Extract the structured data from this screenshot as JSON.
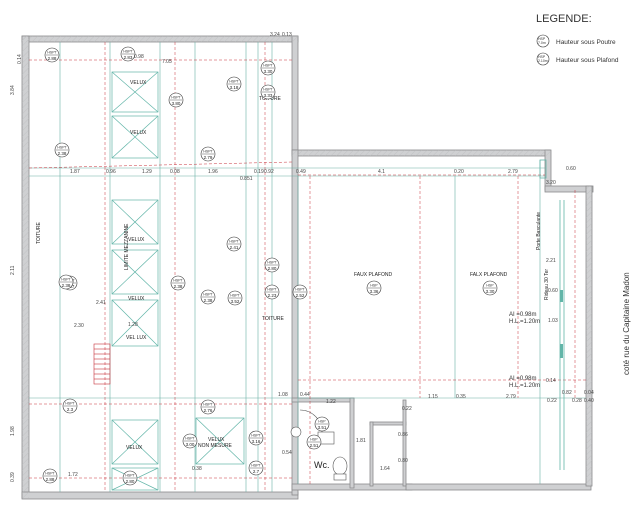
{
  "legend": {
    "title": "LEGENDE:",
    "items": [
      {
        "code": "HSP",
        "value": "7.0m",
        "label": "Hauteur sous Poutre"
      },
      {
        "code": "HSP",
        "value": "2.10m",
        "label": "Hauteur sous Plafond"
      }
    ]
  },
  "street_label": "coté rue du Capitaine Madon",
  "labels": {
    "velux": "VELUX",
    "velux_non_mesure": "VELUX\nNON MESURE",
    "vel_lux": "VEL LUX",
    "lmite_mezzanine": "LIMITE MEZZANINE",
    "toiture": "TOITURE",
    "toiture2": "TOITURE",
    "faux_plafond": "FAUX PLAFOND",
    "falx_plafond": "FALX PLAFOND",
    "wc": "Wc.",
    "porte_basculante": "Porte Basculante",
    "rideau": "Rideau 30 Ter"
  },
  "ai1": {
    "a": "AI =0.98m",
    "b": "H.L.=1.20m"
  },
  "ai2": {
    "a": "AI =0.98m",
    "b": "H.L.=1.20m"
  },
  "markers": [
    {
      "code": "HSPT",
      "value": "2.88"
    },
    {
      "code": "HSPT",
      "value": "2.83"
    },
    {
      "code": "HSPT",
      "value": "3.18"
    },
    {
      "code": "HSPT",
      "value": "3.80"
    },
    {
      "code": "HSPT",
      "value": "3.30"
    },
    {
      "code": "HSPT",
      "value": "3.33"
    },
    {
      "code": "HSPT",
      "value": "2.79"
    },
    {
      "code": "HSPT",
      "value": "2.38"
    },
    {
      "code": "HSPT",
      "value": "1.87"
    },
    {
      "code": "HSPT",
      "value": "2.38"
    },
    {
      "code": "HSPT",
      "value": "2.38"
    },
    {
      "code": "HSPT",
      "value": "2.80"
    },
    {
      "code": "HSPT",
      "value": "2.23"
    },
    {
      "code": "HSPT",
      "value": "2.38"
    },
    {
      "code": "HSPT",
      "value": "3.52"
    },
    {
      "code": "HSPT",
      "value": "2.52"
    },
    {
      "code": "HSP",
      "value": "3.36"
    },
    {
      "code": "HSP",
      "value": "3.30"
    },
    {
      "code": "HSPT",
      "value": "2.3"
    },
    {
      "code": "HSPT",
      "value": "2.76"
    },
    {
      "code": "HSPT",
      "value": "3.16"
    },
    {
      "code": "HSPT",
      "value": "3.00"
    },
    {
      "code": "HSP",
      "value": "2.51"
    },
    {
      "code": "HSPT",
      "value": "2.88"
    },
    {
      "code": "HSPT",
      "value": "2.80"
    },
    {
      "code": "HSPT",
      "value": "2.7"
    },
    {
      "code": "HSPT",
      "value": "2.41"
    },
    {
      "code": "HSP",
      "value": "3.51"
    }
  ],
  "dims": {
    "top": [
      "0.98",
      "7.05",
      "3.24",
      "0.13"
    ],
    "left": [
      "0.14",
      "3.84",
      "2.11",
      "1.98",
      "0.39"
    ],
    "mid_row": [
      "1.87",
      "0.96",
      "1.29",
      "0.08",
      "1.96",
      "0.851",
      "0.19",
      "0.92",
      "0.49",
      "4.1",
      "0.20",
      "2.79",
      "0.60"
    ],
    "row2": [
      "2.41",
      "2.30",
      "1.28"
    ],
    "right_col": [
      "3.20",
      "2.21",
      "0.60",
      "1.03",
      "0.14",
      "0.22",
      "0.28",
      "0.40",
      "0.04"
    ],
    "bottom_row": [
      "0.44",
      "1.22",
      "1.15",
      "0.35",
      "2.79",
      "0.22",
      "0.86",
      "1.81",
      "1.64",
      "0.80",
      "0.82",
      "0.54",
      "1.72",
      "0.38",
      "1.08"
    ]
  }
}
